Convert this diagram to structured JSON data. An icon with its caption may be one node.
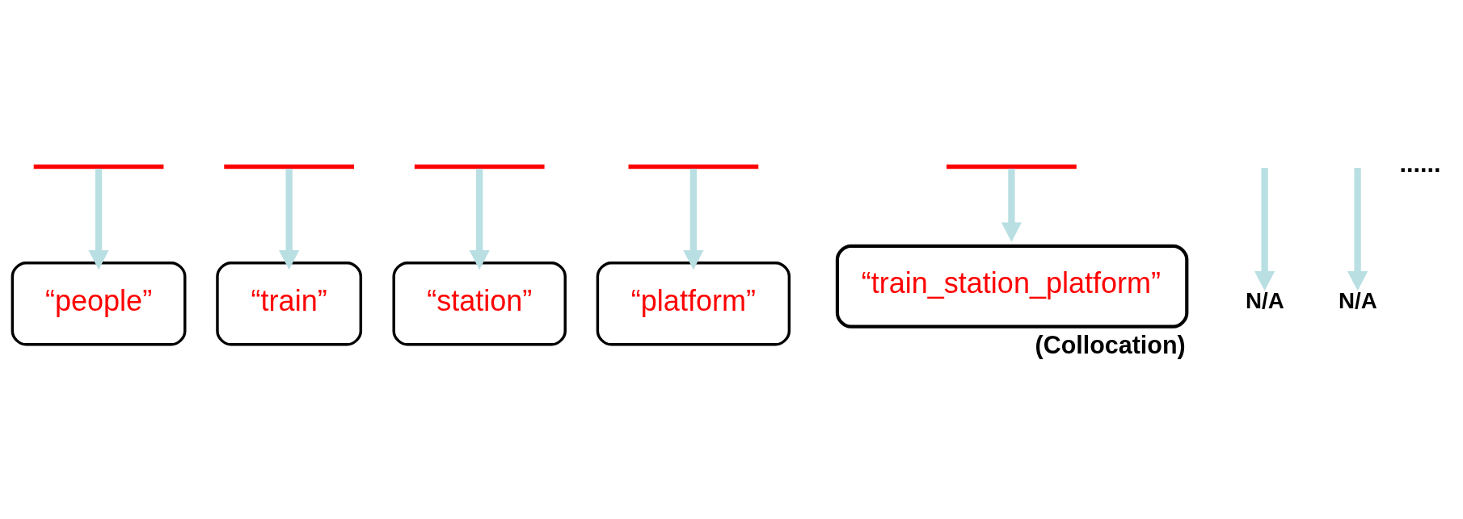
{
  "diagram": {
    "nodes": [
      {
        "text": [],
        "shape": "bar"
      },
      {
        "text": [],
        "shape": "bar"
      },
      {
        "text": [],
        "shape": "bar"
      },
      {
        "text": [],
        "shape": "bar"
      },
      {
        "text": [],
        "shape": "bar"
      },
      {
        "text": [
          "N/A"
        ]
      },
      {
        "text": [
          "N/A"
        ]
      },
      {
        "text": [
          "“people”"
        ]
      },
      {
        "text": [
          "“train”"
        ]
      },
      {
        "text": [
          "“station”"
        ]
      },
      {
        "text": [
          "“platform”"
        ]
      },
      {
        "text": [
          "“train_station_platform”"
        ],
        "beside": [
          "(Collocation)"
        ]
      }
    ],
    "edges": [
      {
        "from": null,
        "to": 5,
        "arrow": "to"
      },
      {
        "from": null,
        "to": 6,
        "arrow": "to"
      },
      {
        "from": 0,
        "to": 7,
        "arrow": "to"
      },
      {
        "from": 1,
        "to": 8,
        "arrow": "to"
      },
      {
        "from": 2,
        "to": 9,
        "arrow": "to"
      },
      {
        "from": 4,
        "to": 11,
        "arrow": "to"
      },
      {
        "from": 3,
        "to": 10,
        "arrow": "to"
      }
    ],
    "labels": [
      "......"
    ]
  }
}
